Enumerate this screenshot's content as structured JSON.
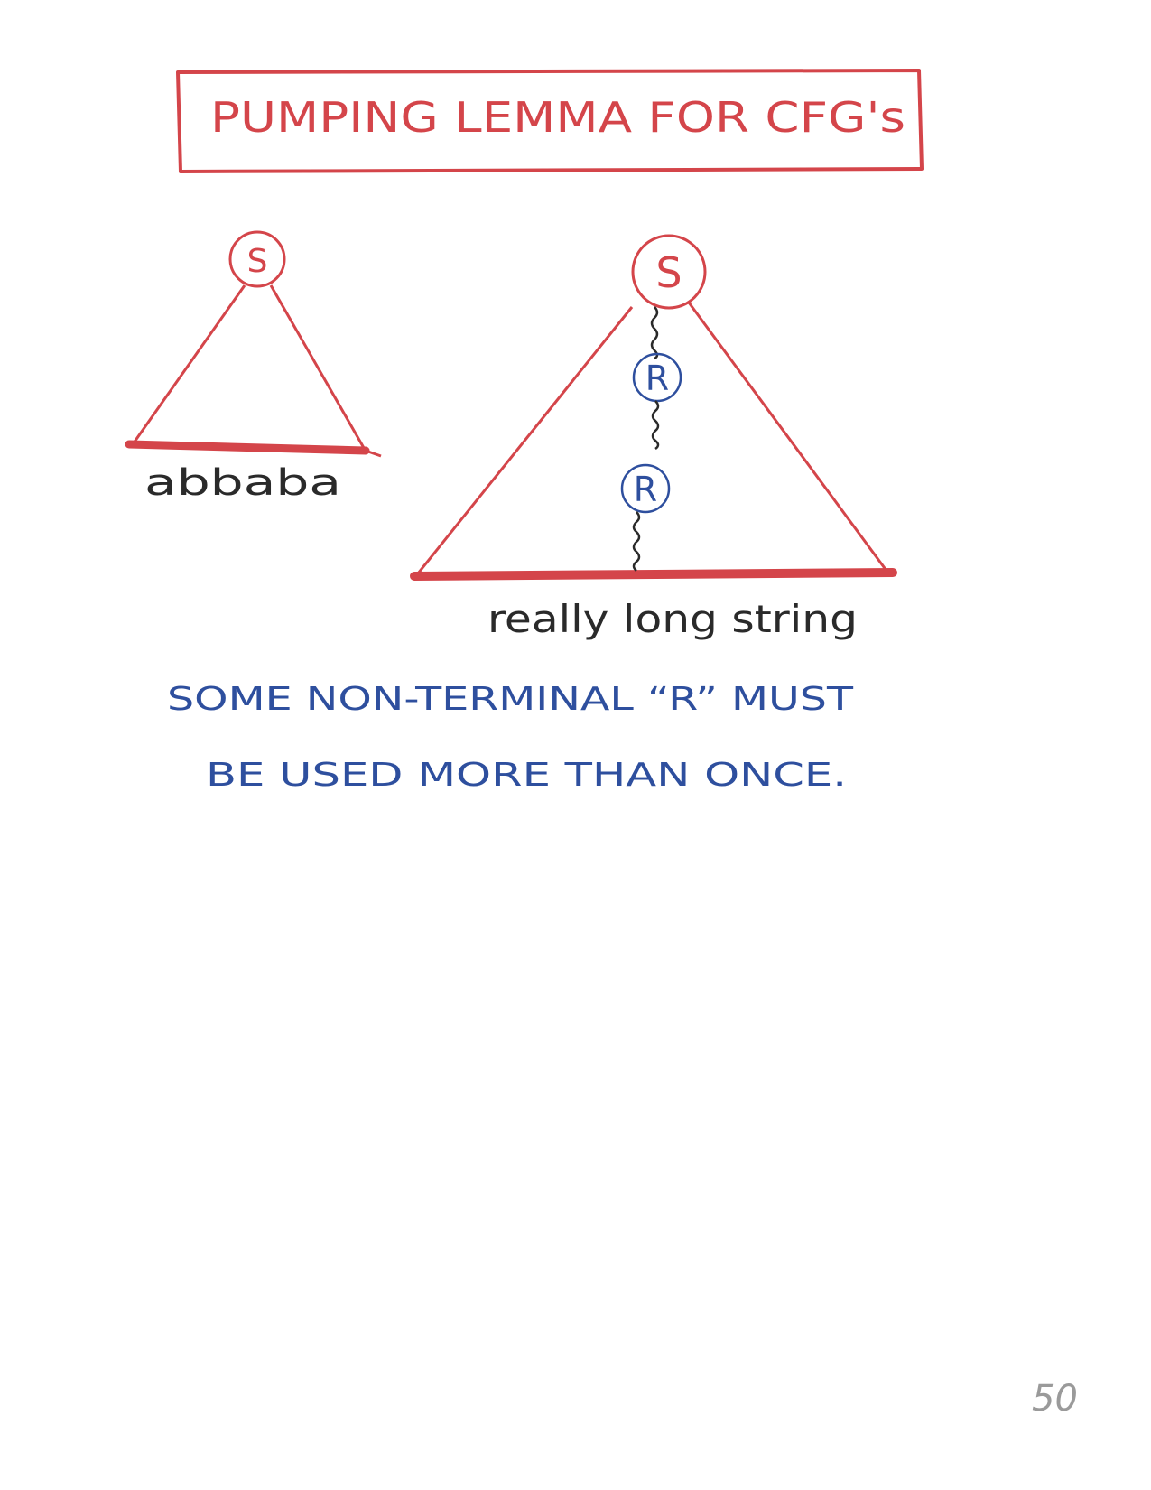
{
  "title": "PUMPING LEMMA FOR CFG's",
  "small_tree": {
    "root_label": "S",
    "yield_label": "abbaba"
  },
  "large_tree": {
    "root_label": "S",
    "repeated_nodes": [
      "R",
      "R"
    ],
    "yield_label": "really long string"
  },
  "note_lines": [
    "SOME NON-TERMINAL “R” MUST",
    "BE USED MORE THAN ONCE."
  ],
  "page_number": "50",
  "colors": {
    "red_ink": "#d4454a",
    "blue_ink": "#2e4f9e",
    "black_ink": "#2a2a2a",
    "pencil": "#9a9a9a"
  }
}
